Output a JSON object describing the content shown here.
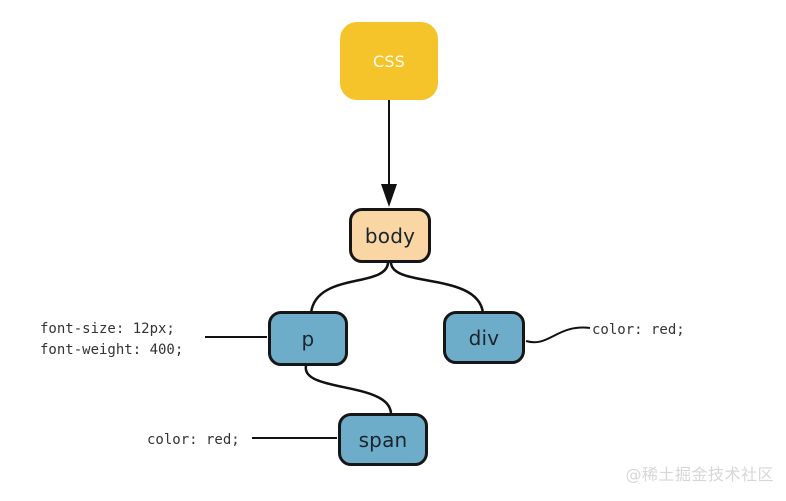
{
  "diagram": {
    "title_node": {
      "label": "CSS"
    },
    "nodes": {
      "body": {
        "label": "body"
      },
      "p": {
        "label": "p"
      },
      "div": {
        "label": "div"
      },
      "span": {
        "label": "span"
      }
    },
    "annotations": {
      "p_rules": "font-size: 12px;\nfont-weight: 400;",
      "div_rule": "color: red;",
      "span_rule": "color: red;"
    },
    "colors": {
      "css_fill": "#f5c32a",
      "css_text": "#fffdf2",
      "body_fill": "#f9d6a4",
      "element_fill": "#6eadc9",
      "node_border": "#161616",
      "connector": "#111111",
      "annotation_text": "#333333",
      "watermark_text": "#d7d7d7"
    },
    "watermark": "@稀土掘金技术社区"
  }
}
